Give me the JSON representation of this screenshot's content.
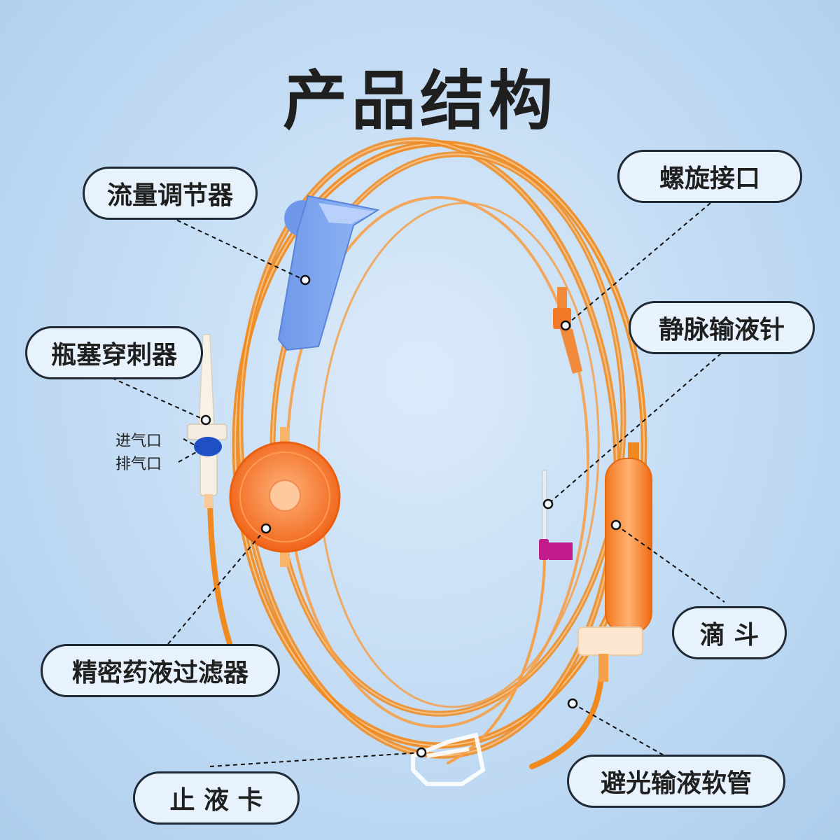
{
  "page": {
    "title": "产品结构"
  },
  "labels": {
    "flow_regulator": "流量调节器",
    "luer_connector": "螺旋接口",
    "vial_spike": "瓶塞穿刺器",
    "air_inlet": "进气口",
    "air_outlet": "排气口",
    "iv_needle": "静脉输液针",
    "drip_chamber": "滴 斗",
    "precision_filter": "精密药液过滤器",
    "tubing": "避光输液软管",
    "stop_clamp": "止 液 卡"
  },
  "colors": {
    "tube": "#f08a1e",
    "tube_light": "#f7b46a",
    "regulator": "#7da7f0",
    "filter": "#f47a2a",
    "needle_wing": "#c21c8c",
    "spike_cap": "#1f4fc4",
    "background": "#c6def5"
  }
}
